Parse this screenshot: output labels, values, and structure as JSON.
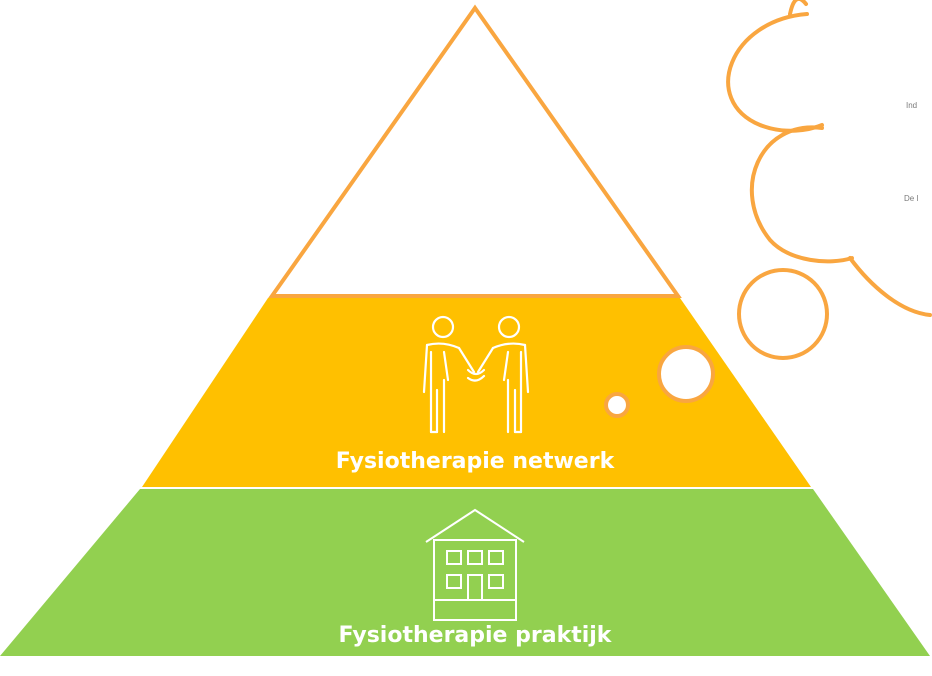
{
  "pyramid": {
    "bottom_label": "Fysiotherapie praktijk",
    "middle_label": "Fysiotherapie netwerk",
    "top_label": ""
  },
  "thought_cloud": {
    "snippet_1": "Ind",
    "snippet_2": "De l"
  },
  "colors": {
    "bottom_fill": "#92d050",
    "middle_fill": "#ffc000",
    "outline": "#f9a640",
    "background": "#ffffff"
  },
  "icons": {
    "middle": "handshake-people-icon",
    "bottom": "house-icon"
  }
}
